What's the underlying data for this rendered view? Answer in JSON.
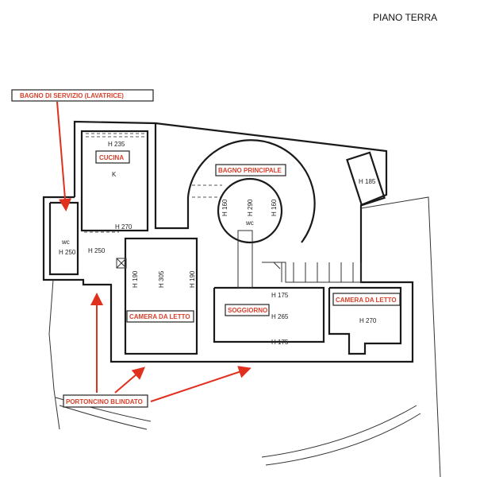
{
  "title": "PIANO TERRA",
  "rooms": {
    "bagno_servizio": "BAGNO DI SERVIZIO (LAVATRICE)",
    "cucina": "CUCINA",
    "bagno_principale": "BAGNO PRINCIPALE",
    "camera_sinistra": "CAMERA DA LETTO",
    "soggiorno": "SOGGIORNO",
    "camera_destra": "CAMERA DA LETTO",
    "portoncino": "PORTONCINO BLINDATO"
  },
  "heights": {
    "cucina_top": "H 235",
    "cucina_k": "K",
    "cucina_bottom": "H 270",
    "wc_left_label": "wc",
    "wc_left_h": "H 250",
    "corridor_h": "H 250",
    "camera_h1": "H 190",
    "camera_h2": "H 305",
    "camera_h3": "H 190",
    "bagno_h1": "H 160",
    "bagno_h2": "H 290",
    "bagno_h3": "H 160",
    "bagno_wc": "wc",
    "ripostiglio_h": "H 185",
    "soggiorno_top": "H 175",
    "soggiorno_mid": "H 265",
    "soggiorno_bottom": "H 175",
    "camera_destra_h": "H 270"
  },
  "colors": {
    "label": "#d8402a",
    "arrow": "#e0301e"
  }
}
